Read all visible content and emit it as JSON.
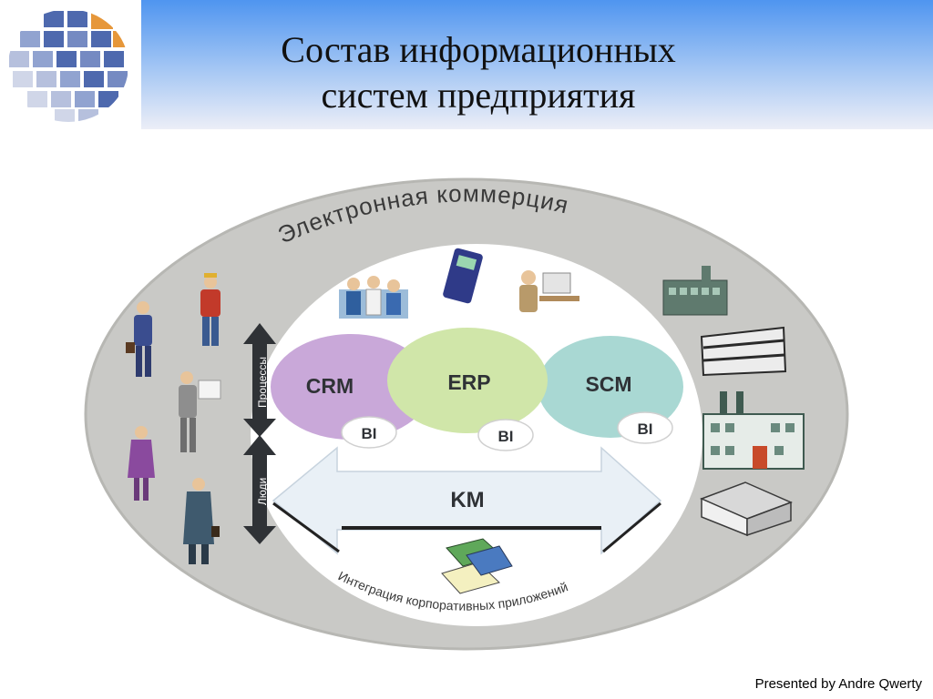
{
  "slide": {
    "title_line1": "Состав информационных",
    "title_line2": "систем предприятия",
    "footer": "Presented by Andre Qwerty"
  },
  "diagram": {
    "outer_ring_label": "Электронная коммерция",
    "bottom_arc_label": "Интеграция корпоративных приложений",
    "systems": [
      {
        "label": "CRM",
        "color": "#c9a8d9"
      },
      {
        "label": "ERP",
        "color": "#d0e6a9"
      },
      {
        "label": "SCM",
        "color": "#a9d8d3"
      }
    ],
    "bi_label": "BI",
    "km_label": "KM",
    "side_labels": {
      "processes": "Процессы",
      "people": "Люди"
    }
  },
  "colors": {
    "ring": "#c9c9c6",
    "inner": "#ffffff",
    "arrow": "#e9f0f6",
    "dark": "#2f3236",
    "logo_blue": "#2f4fa0",
    "logo_orange": "#e6973a"
  },
  "icons": [
    "globe-logo-icon",
    "businessman-icon",
    "worker-icon",
    "presenter-icon",
    "woman-icon",
    "man-coat-icon",
    "team-icon",
    "calculator-icon",
    "office-worker-icon",
    "factory-icon",
    "office-building-icon",
    "plant-icon",
    "warehouse-icon",
    "books-icon"
  ]
}
